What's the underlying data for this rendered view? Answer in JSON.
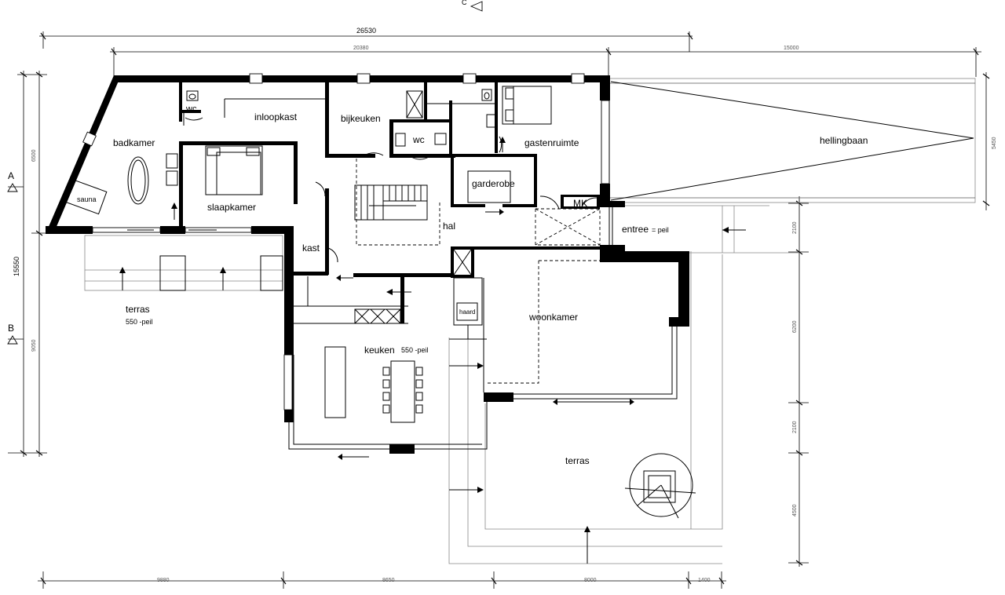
{
  "rooms": {
    "badkamer": "badkamer",
    "sauna": "sauna",
    "wc1": "wc",
    "inloopkast": "inloopkast",
    "slaapkamer": "slaapkamer",
    "bijkeuken": "bijkeuken",
    "wc2": "wc",
    "gastenruimte": "gastenruimte",
    "garderobe": "garderobe",
    "mk": "MK",
    "hal": "hal",
    "kast": "kast",
    "entree": "entree",
    "entree_level": "= peil",
    "hellingbaan": "hellingbaan",
    "haard": "haard",
    "woonkamer": "woonkamer",
    "keuken": "keuken",
    "keuken_level": "550 -peil",
    "terras_west": "terras",
    "terras_west_level": "550 -peil",
    "terras_south": "terras"
  },
  "section_markers": {
    "a": "A",
    "b": "B",
    "c": "C"
  },
  "dimensions": {
    "top_overall": "26530",
    "top_left": "20380",
    "top_right": "15000",
    "left_overall": "15550",
    "left_upper": "6500",
    "left_lower": "9050",
    "right_ramp": "5450",
    "right_1": "2100",
    "right_2": "6200",
    "right_3": "2100",
    "right_4": "4500",
    "bottom_1": "9880",
    "bottom_2": "8650",
    "bottom_3": "8000",
    "bottom_4": "1400"
  }
}
